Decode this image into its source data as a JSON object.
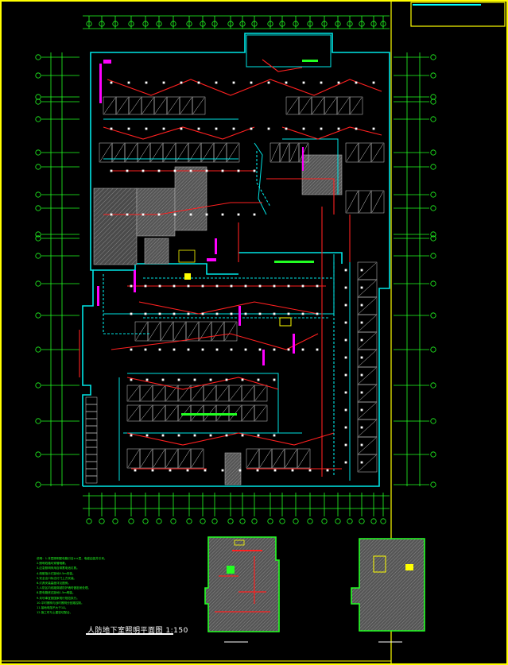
{
  "drawing": {
    "title": "人防地下室照明平面图  1:150"
  },
  "notes": [
    "说明：1.本层照明配电箱引自××层，电缆由竖井引来。",
    "2.照明线路均穿管暗敷。",
    "3.应急照明采用自带蓄电池灯具。",
    "4.疏散指示灯距地0.5m安装。",
    "5.安全出口标志灯门上方安装。",
    "6.灯具安装高度详见图例。",
    "7.人防区内线路穿越防护墙时做密闭处理。",
    "8.配电箱底边距地1.5m明装。",
    "9.未尽事宜按国家现行规范执行。",
    "10.平时照明与战时照明分回路控制。",
    "11.接地电阻不大于1Ω。",
    "12.施工时与土建密切配合。"
  ],
  "colors": {
    "background": "#000000",
    "frame": "#ffff00",
    "walls": "#00e5e5",
    "circuits": "#ff2020",
    "grid_axes": "#22ff22",
    "fixtures": "#ffffff",
    "panels": "#ff00ff",
    "hatch_fill": "#6a6a6a"
  }
}
